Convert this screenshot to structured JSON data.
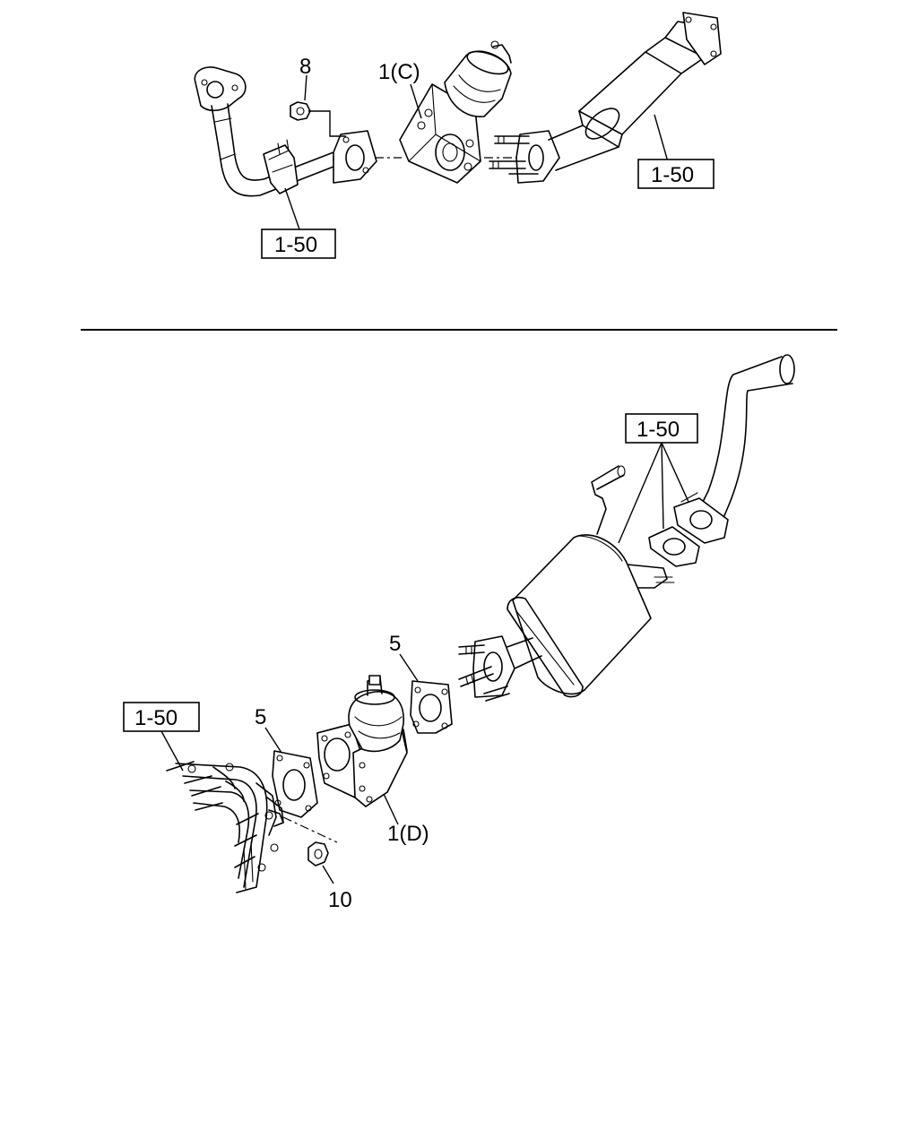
{
  "top_section": {
    "part_8": {
      "label": "8"
    },
    "part_1c": {
      "label": "1(C)"
    },
    "ref_right": {
      "label": "1-50"
    },
    "ref_left": {
      "label": "1-50"
    }
  },
  "bottom_section": {
    "ref_muffler": {
      "label": "1-50"
    },
    "part_5_right": {
      "label": "5"
    },
    "part_5_left": {
      "label": "5"
    },
    "ref_manifold": {
      "label": "1-50"
    },
    "part_1d": {
      "label": "1(D)"
    },
    "part_10": {
      "label": "10"
    }
  }
}
